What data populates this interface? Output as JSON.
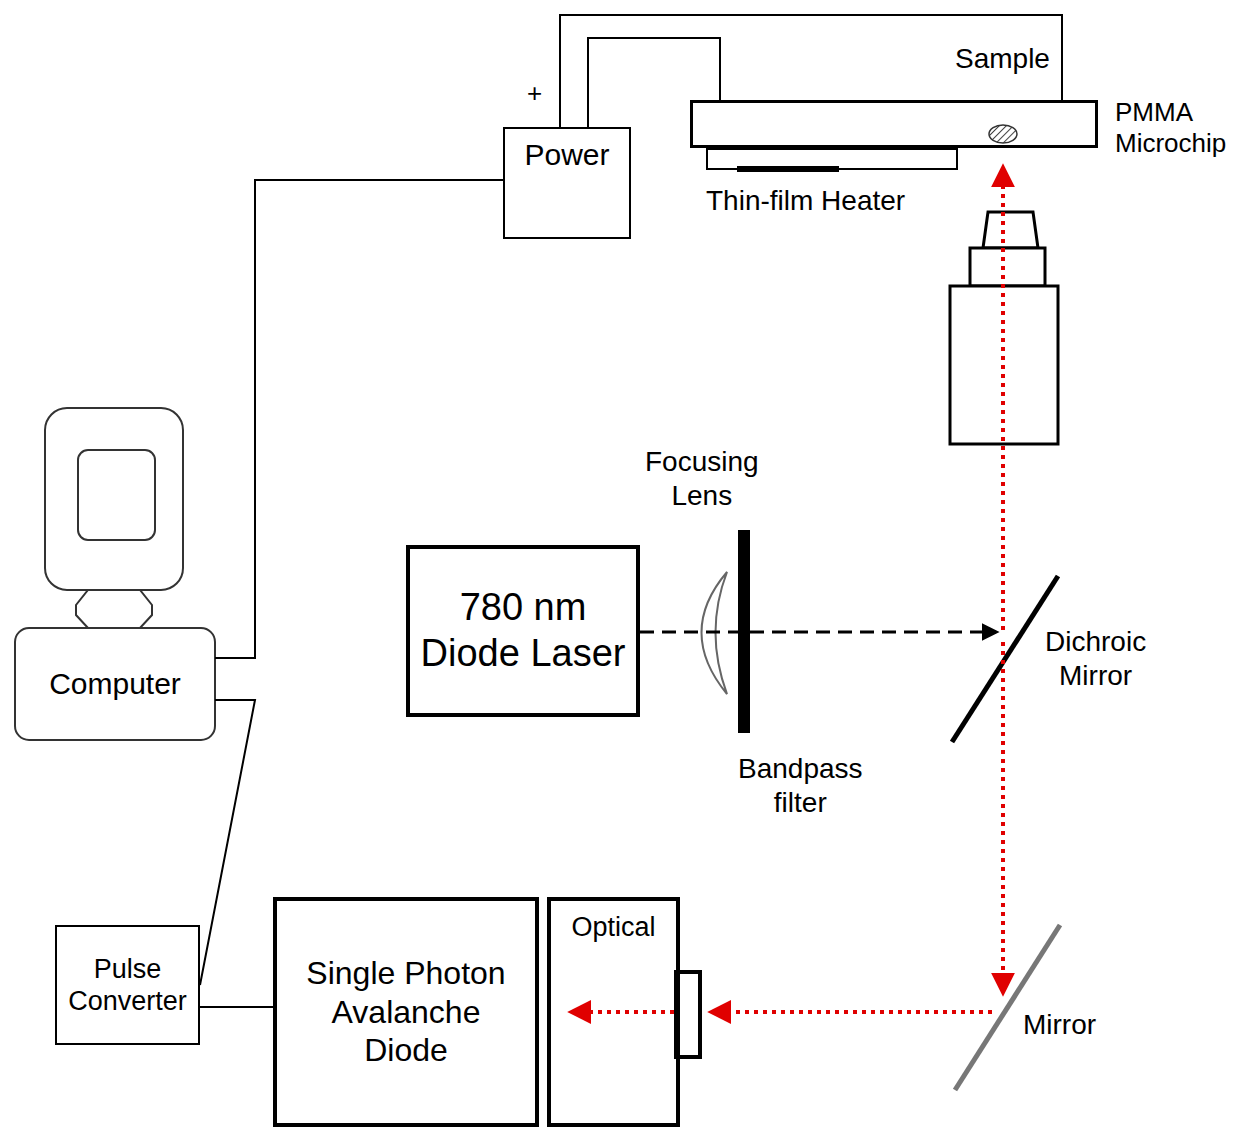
{
  "diagram": {
    "nodes": [
      {
        "text": [
          "Power"
        ]
      },
      {
        "text": [
          "Computer"
        ]
      },
      {
        "text": [
          "Pulse Converter"
        ]
      },
      {
        "text": [
          "Single Photon Avalanche Diode"
        ]
      },
      {
        "text": [
          "Optical"
        ]
      },
      {
        "text": [
          "780 nm Diode Laser"
        ]
      },
      {
        "text": [
          "PMMA Microchip"
        ]
      },
      {
        "text": [
          "Thin-film Heater"
        ]
      }
    ],
    "edges": [
      {
        "from": 1,
        "to": 0,
        "arrow": "none"
      },
      {
        "from": 1,
        "to": 2,
        "arrow": "none"
      },
      {
        "from": 2,
        "to": 3,
        "arrow": "none"
      },
      {
        "from": 0,
        "to": 6,
        "arrow": "none"
      },
      {
        "from": 0,
        "to": 6,
        "arrow": "none"
      }
    ],
    "labels": [
      "+",
      "Sample",
      "Focusing Lens",
      "Bandpass filter",
      "Dichroic Mirror",
      "Mirror"
    ]
  }
}
